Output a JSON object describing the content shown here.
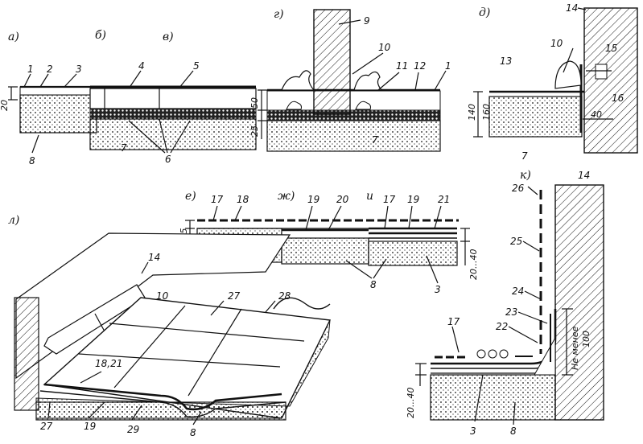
{
  "sections": {
    "a": "а)",
    "b": "б)",
    "v": "в)",
    "g": "г)",
    "d": "д)",
    "e": "е)",
    "zh": "ж)",
    "i": "и",
    "k": "к)",
    "l": "л)"
  },
  "dimensions": {
    "d20": "20",
    "d50": "50",
    "d25": "25",
    "d140": "140",
    "d160": "160",
    "d40": "40",
    "d10_15": "10...15",
    "d20_40a": "20...40",
    "d20_40b": "20...40",
    "not_less": "Не менее",
    "d100": "100"
  },
  "callouts": {
    "n1a": "1",
    "n2": "2",
    "n3a": "3",
    "n4": "4",
    "n5": "5",
    "n6": "6",
    "n7a": "7",
    "n8a": "8",
    "n9": "9",
    "n10a": "10",
    "n11": "11",
    "n12": "12",
    "n1b": "1",
    "n7b": "7",
    "n14a": "14",
    "n10b": "10",
    "n15": "15",
    "n16": "16",
    "n13": "13",
    "n7c": "7",
    "n17a": "17",
    "n18": "18",
    "n19a": "19",
    "n20": "20",
    "n17b": "17",
    "n19b": "19",
    "n21": "21",
    "n8b": "8",
    "n8c": "8",
    "n3b": "3",
    "n26": "26",
    "n14b": "14",
    "n25": "25",
    "n24": "24",
    "n23": "23",
    "n22": "22",
    "n17c": "17",
    "n3c": "3",
    "n8d": "8",
    "n14c": "14",
    "n10c": "10",
    "n27a": "27",
    "n28": "28",
    "n18_21": "18,21",
    "n27b": "27",
    "n19c": "19",
    "n29": "29",
    "n8e": "8"
  }
}
